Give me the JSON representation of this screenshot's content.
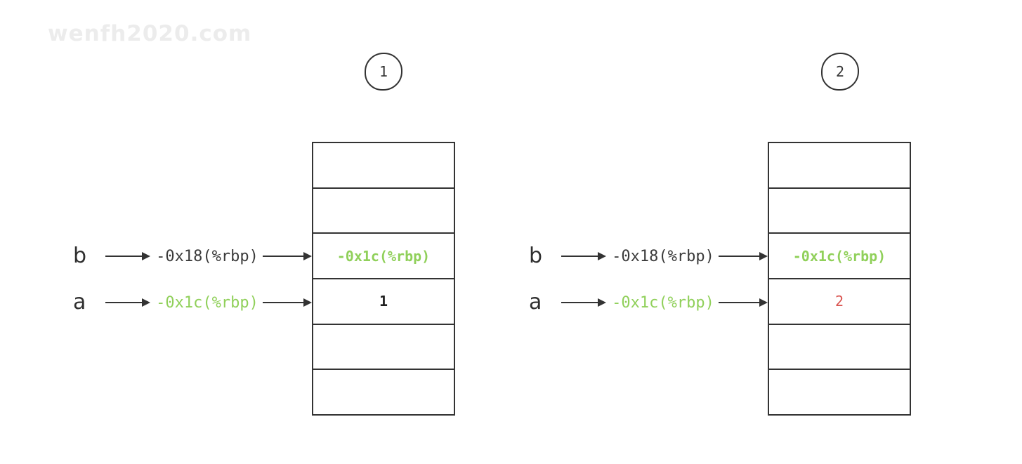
{
  "watermark": "wenfh2020.com",
  "colors": {
    "stroke": "#333333",
    "dark_text": "#3b3b3b",
    "green": "#90d05a",
    "red": "#d9534f",
    "watermark": "#ececec"
  },
  "panels": [
    {
      "step_label": "1",
      "rows": [
        {
          "var_label": "b",
          "address": "-0x18(%rbp)",
          "color": "dark"
        },
        {
          "var_label": "a",
          "address": "-0x1c(%rbp)",
          "color": "green"
        }
      ],
      "stack_cells": [
        {
          "text": "",
          "style": "empty"
        },
        {
          "text": "",
          "style": "empty"
        },
        {
          "text": "-0x1c(%rbp)",
          "style": "green-bold"
        },
        {
          "text": "1",
          "style": "dark-bold"
        },
        {
          "text": "",
          "style": "empty"
        },
        {
          "text": "",
          "style": "empty"
        }
      ]
    },
    {
      "step_label": "2",
      "rows": [
        {
          "var_label": "b",
          "address": "-0x18(%rbp)",
          "color": "dark"
        },
        {
          "var_label": "a",
          "address": "-0x1c(%rbp)",
          "color": "green"
        }
      ],
      "stack_cells": [
        {
          "text": "",
          "style": "empty"
        },
        {
          "text": "",
          "style": "empty"
        },
        {
          "text": "-0x1c(%rbp)",
          "style": "green-bold"
        },
        {
          "text": "2",
          "style": "red"
        },
        {
          "text": "",
          "style": "empty"
        },
        {
          "text": "",
          "style": "empty"
        }
      ]
    }
  ]
}
